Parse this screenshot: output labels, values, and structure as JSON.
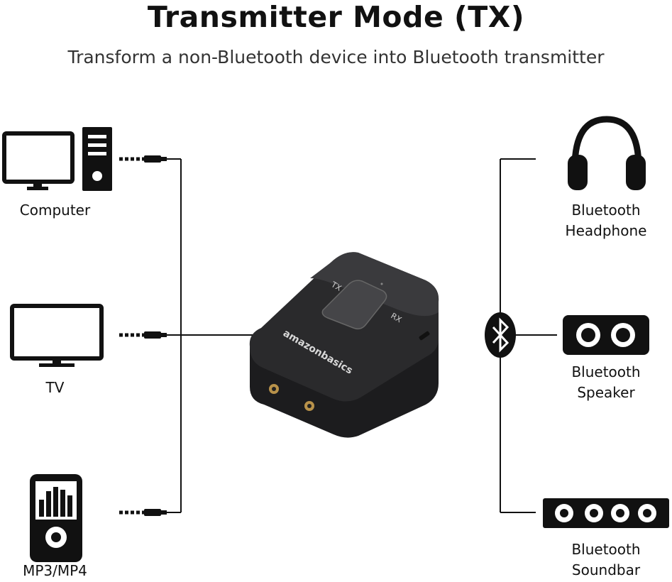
{
  "header": {
    "title": "Transmitter Mode (TX)",
    "subtitle": "Transform a non-Bluetooth device into Bluetooth transmitter"
  },
  "sources": [
    {
      "label": "Computer"
    },
    {
      "label": "TV"
    },
    {
      "label": "MP3/MP4"
    }
  ],
  "receivers": [
    {
      "label_line1": "Bluetooth",
      "label_line2": "Headphone"
    },
    {
      "label_line1": "Bluetooth",
      "label_line2": "Speaker"
    },
    {
      "label_line1": "Bluetooth",
      "label_line2": "Soundbar"
    }
  ],
  "device": {
    "tx_label": "TX",
    "rx_label": "RX",
    "brand": "amazonbasics"
  },
  "icons": {
    "computer": "computer-icon",
    "tv": "tv-icon",
    "mp3": "mp3-player-icon",
    "headphone": "headphone-icon",
    "speaker": "speaker-icon",
    "soundbar": "soundbar-icon",
    "bluetooth": "bluetooth-icon"
  },
  "colors": {
    "ink": "#111111",
    "device_body": "#1c1c1e",
    "device_top": "#2a2a2c"
  }
}
